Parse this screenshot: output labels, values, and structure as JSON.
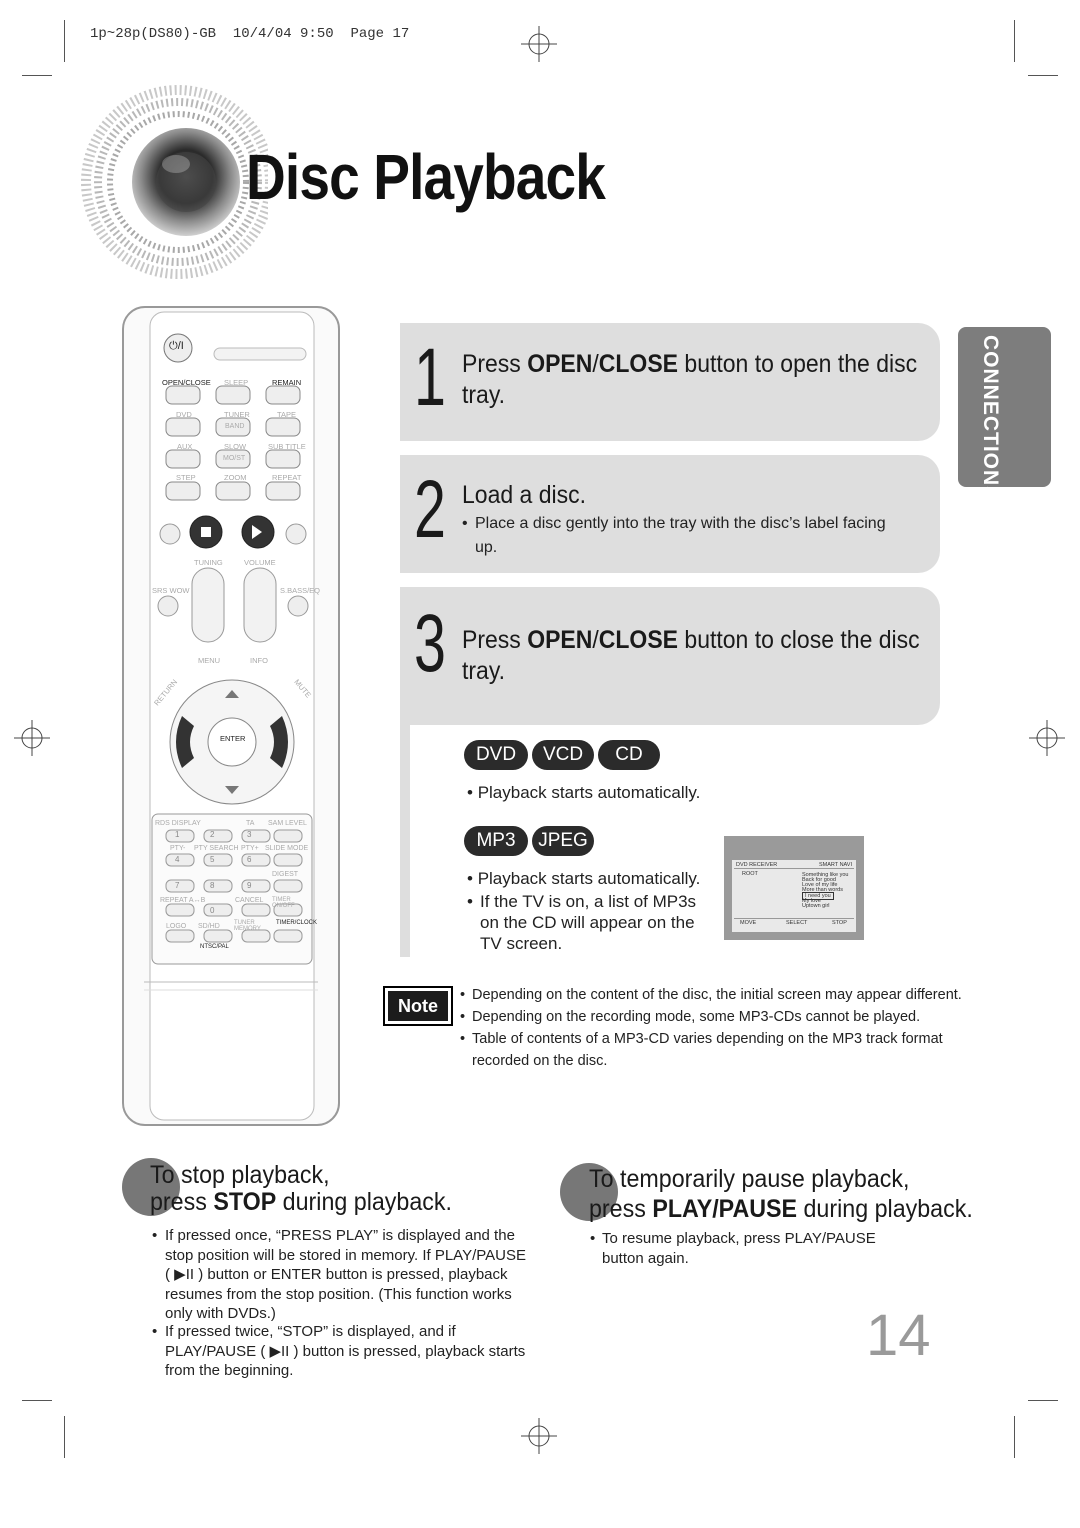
{
  "header": {
    "meta": "1p~28p(DS80)-GB  10/4/04 9:50  Page 17"
  },
  "title": "Disc Playback",
  "side_tab": "CONNECTIONS",
  "steps": [
    {
      "number": "1",
      "pre": "Press ",
      "bold1": "OPEN",
      "sep": "/",
      "bold2": "CLOSE",
      "post": " button to open the disc tray."
    },
    {
      "number": "2",
      "text": "Load a disc.",
      "sub": "Place a disc gently into the tray with the disc’s label facing up."
    },
    {
      "number": "3",
      "pre": "Press ",
      "bold1": "OPEN",
      "sep": "/",
      "bold2": "CLOSE",
      "post": " button to close the disc tray."
    }
  ],
  "formats_a": [
    "DVD",
    "VCD",
    "CD"
  ],
  "formats_a_note": "Playback starts automatically.",
  "formats_b": [
    "MP3",
    "JPEG"
  ],
  "formats_b_notes": [
    "Playback starts automatically.",
    "If the TV is on, a list of MP3s on the CD will appear on the TV screen."
  ],
  "tv_screen": {
    "top_left": "DVD RECEIVER",
    "top_right": "SMART NAVI",
    "root": "ROOT",
    "items": [
      "Something like you",
      "Back for good",
      "Love of my life",
      "More than words",
      "I need you",
      "My love",
      "Uptown girl"
    ],
    "foot": [
      "MOVE",
      "SELECT",
      "STOP"
    ]
  },
  "note": {
    "label": "Note",
    "lines": [
      "Depending on the content of the disc, the initial screen may appear different.",
      "Depending on the recording mode, some MP3-CDs cannot be played.",
      "Table of contents of a MP3-CD varies depending on the MP3 track format recorded on the disc."
    ]
  },
  "tip_stop": {
    "line1": "To stop playback,",
    "line2_pre": "press ",
    "line2_bold": "STOP",
    "line2_post": " during playback.",
    "b1": "If pressed once, “PRESS PLAY” is displayed and the stop position will be stored in memory. If PLAY/PAUSE ( ▶II ) button or ENTER button is pressed, playback resumes from the stop position. (This function works only with DVDs.)",
    "b2": "If pressed twice, “STOP” is displayed, and if PLAY/PAUSE ( ▶II ) button is pressed, playback starts from the beginning."
  },
  "tip_pause": {
    "line1": "To temporarily pause playback,",
    "line2_pre": "press ",
    "line2_bold": "PLAY/PAUSE",
    "line2_post": " during playback.",
    "b1": "To resume playback, press PLAY/PAUSE button again."
  },
  "remote_labels": {
    "power": "⏻/I",
    "open_close": "OPEN/CLOSE",
    "sleep": "SLEEP",
    "remain": "REMAIN",
    "dvd": "DVD",
    "tuner": "TUNER",
    "tape": "TAPE",
    "band": "BAND",
    "aux": "AUX",
    "slow": "SLOW",
    "subtitle": "SUB TITLE",
    "mo_st": "MO/ST",
    "step": "STEP",
    "zoom": "ZOOM",
    "repeat": "REPEAT",
    "tuning": "TUNING",
    "volume": "VOLUME",
    "srs_wow": "SRS WOW",
    "sbass": "S.BASS/EQ",
    "menu": "MENU",
    "info": "INFO",
    "return": "RETURN",
    "mute": "MUTE",
    "enter": "ENTER",
    "rds": "RDS DISPLAY",
    "ta": "TA",
    "sam_level": "SAM LEVEL",
    "pty_minus": "PTY-",
    "pty_search": "PTY SEARCH",
    "pty_plus": "PTY+",
    "slide_mode": "SLIDE MODE",
    "digest": "DIGEST",
    "repeat_ab": "REPEAT A↔B",
    "cancel": "CANCEL",
    "timer_on_off": "TIMER ON/OFF",
    "logo": "LOGO",
    "sd_hd": "SD/HD",
    "tuner_memory": "TUNER MEMORY",
    "timer_clock": "TIMER/CLOCK",
    "ntsc_pal": "NTSC/PAL",
    "digits": [
      "1",
      "2",
      "3",
      "4",
      "5",
      "6",
      "7",
      "8",
      "9",
      "0"
    ]
  },
  "page_number": "14"
}
